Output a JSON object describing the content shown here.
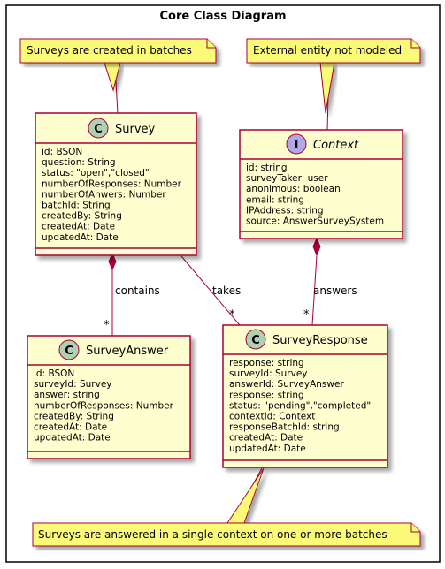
{
  "package": {
    "title": "Core Class Diagram"
  },
  "notes": {
    "batches": "Surveys are created in batches",
    "external": "External entity not modeled",
    "context": "Surveys are answered in a single context on one or more batches"
  },
  "classes": {
    "survey": {
      "stereotype": "C",
      "name": "Survey",
      "fields": [
        "id: BSON",
        "question: String",
        "status: \"open\",\"closed\"",
        "numberOfResponses: Number",
        "numberOfAnwers: Number",
        "batchId: String",
        "createdBy: String",
        "createdAt: Date",
        "updatedAt: Date"
      ]
    },
    "context": {
      "stereotype": "I",
      "name": "Context",
      "fields": [
        "id: string",
        "surveyTaker: user",
        "anonimous: boolean",
        "email: string",
        "IPAddress: string",
        "source: AnswerSurveySystem"
      ]
    },
    "surveyAnswer": {
      "stereotype": "C",
      "name": "SurveyAnswer",
      "fields": [
        "id: BSON",
        "surveyId: Survey",
        "answer: string",
        "numberOfResponses: Number",
        "createdBy: String",
        "createdAt: Date",
        "updatedAt: Date"
      ]
    },
    "surveyResponse": {
      "stereotype": "C",
      "name": "SurveyResponse",
      "fields": [
        "response: string",
        "surveyId: Survey",
        "answerId: SurveyAnswer",
        "response: string",
        "status: \"pending\",\"completed\"",
        "contextId: Context",
        "responseBatchId: string",
        "createdAt: Date",
        "updatedAt: Date"
      ]
    }
  },
  "relations": {
    "contains": {
      "label": "contains",
      "multiplicity": "*"
    },
    "takes": {
      "label": "takes",
      "multiplicity": "*"
    },
    "answers": {
      "label": "answers",
      "multiplicity": "*"
    }
  },
  "colors": {
    "box_fill": "#FEFECE",
    "border": "#A80036",
    "class_circle": "#ADD1B2",
    "interface_circle": "#B4A7E5",
    "note_fill": "#FBFB77",
    "package_border": "#000000"
  }
}
